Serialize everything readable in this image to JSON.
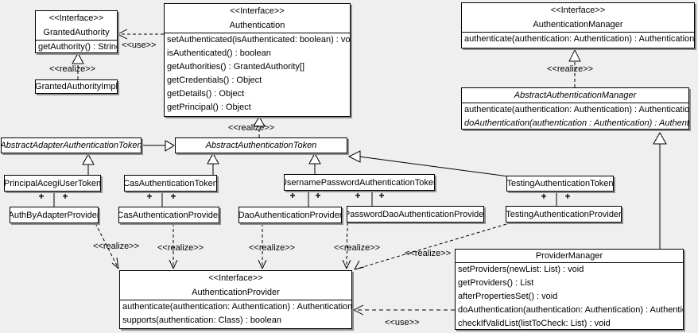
{
  "labels": {
    "interface": "<<Interface>>",
    "use": "<<use>>",
    "realize": "<<realize>>",
    "plus": "+"
  },
  "colors": {
    "background": "#efefef",
    "box_fill": "#ffffff",
    "line": "#000000",
    "shadow": "#8f8f8f"
  },
  "classes": {
    "granted_authority": {
      "stereotype": "<<Interface>>",
      "name": "GrantedAuthority",
      "methods": [
        "getAuthority() : String"
      ]
    },
    "granted_authority_impl": {
      "name": "GrantedAuthorityImpl"
    },
    "authentication": {
      "stereotype": "<<Interface>>",
      "name": "Authentication",
      "methods": [
        "setAuthenticated(isAuthenticated: boolean) : void",
        "isAuthenticated() : boolean",
        "getAuthorities() : GrantedAuthority[]",
        "getCredentials() : Object",
        "getDetails() : Object",
        "getPrincipal() : Object"
      ]
    },
    "authentication_manager": {
      "stereotype": "<<Interface>>",
      "name": "AuthenticationManager",
      "methods": [
        "authenticate(authentication: Authentication) : Authentication"
      ]
    },
    "abstract_authentication_manager": {
      "name": "AbstractAuthenticationManager",
      "methods": [
        "authenticate(authentication: Authentication) : Authentication",
        "doAuthentication(authentication : Authentication) : Authentication"
      ]
    },
    "abstract_adapter_authentication_token": {
      "name": "AbstractAdapterAuthenticationToken"
    },
    "abstract_authentication_token": {
      "name": "AbstractAuthenticationToken"
    },
    "principal_acegi_user_token": {
      "name": "PrincipalAcegiUserToken"
    },
    "cas_authentication_token": {
      "name": "CasAuthenticationToken"
    },
    "username_password_authentication_token": {
      "name": "UsernamePasswordAuthenticationToken"
    },
    "testing_authentication_token": {
      "name": "TestingAuthenticationToken"
    },
    "auth_by_adapter_provider": {
      "name": "AuthByAdapterProvider"
    },
    "cas_authentication_provider": {
      "name": "CasAuthenticationProvider"
    },
    "dao_authentication_provider": {
      "name": "DaoAuthenticationProvider"
    },
    "password_dao_authentication_provider": {
      "name": "PasswordDaoAuthenticationProvider"
    },
    "testing_authentication_provider": {
      "name": "TestingAuthenticationProvider"
    },
    "authentication_provider": {
      "stereotype": "<<Interface>>",
      "name": "AuthenticationProvider",
      "methods": [
        "authenticate(authentication: Authentication) : Authentication",
        "supports(authentication: Class) : boolean"
      ]
    },
    "provider_manager": {
      "name": "ProviderManager",
      "methods": [
        "setProviders(newList: List) : void",
        "getProviders() : List",
        "afterPropertiesSet() : void",
        "doAuthentication(authentication: Authentication) : Authentication",
        "checkIfValidList(listToCheck: List) : void"
      ]
    }
  }
}
